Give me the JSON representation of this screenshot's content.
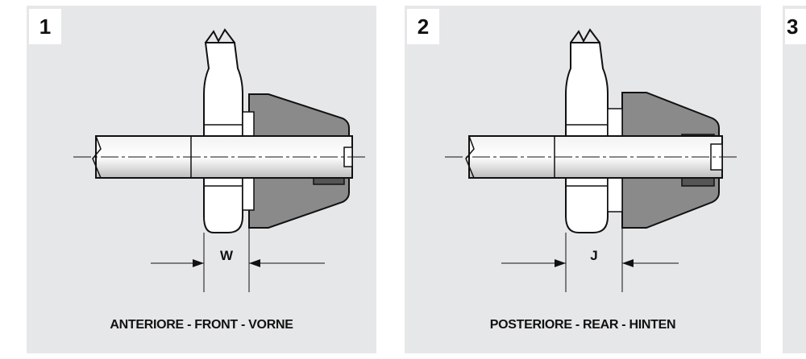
{
  "panels": [
    {
      "number": "1",
      "caption": "ANTERIORE - FRONT - VORNE",
      "dimension": "W"
    },
    {
      "number": "2",
      "caption": "POSTERIORE - REAR - HINTEN",
      "dimension": "J"
    },
    {
      "number": "3",
      "caption": "",
      "dimension": ""
    }
  ],
  "colors": {
    "panel_bg": "#e6e7e8",
    "hub": "#8a8a8a",
    "hub_dark": "#555555",
    "line": "#111111"
  }
}
